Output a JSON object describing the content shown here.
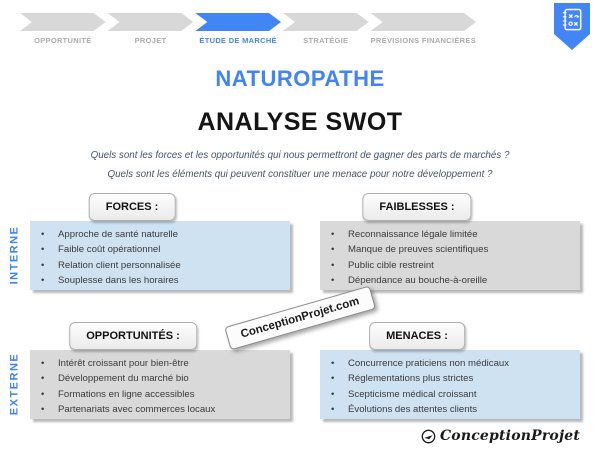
{
  "stepper": {
    "steps": [
      {
        "label": "OPPORTUNITÉ",
        "active": false
      },
      {
        "label": "PROJET",
        "active": false
      },
      {
        "label": "ÉTUDE DE MARCHÉ",
        "active": true
      },
      {
        "label": "STRATÉGIE",
        "active": false
      },
      {
        "label": "PRÉVISIONS FINANCIÈRES",
        "active": false
      }
    ],
    "badge_icon": "strategy-notebook-icon"
  },
  "header": {
    "title": "NATUROPATHE",
    "subtitle": "ANALYSE SWOT",
    "questions": [
      "Quels sont les forces et les opportunités qui nous permettront de gagner des parts de marchés ?",
      "Quels sont les éléments qui peuvent constituer une menace pour notre développement ?"
    ]
  },
  "swot": {
    "row_labels": {
      "internal": "INTERNE",
      "external": "EXTERNE"
    },
    "quadrants": [
      {
        "key": "forces",
        "title": "FORCES :",
        "panel_color": "light-blue",
        "items": [
          "Approche de santé naturelle",
          "Faible coût opérationnel",
          "Relation client personnalisée",
          "Souplesse dans les horaires"
        ]
      },
      {
        "key": "faiblesses",
        "title": "FAIBLESSES :",
        "panel_color": "gray",
        "items": [
          "Reconnaissance légale limitée",
          "Manque de preuves scientifiques",
          "Public cible restreint",
          "Dépendance au bouche-à-oreille"
        ]
      },
      {
        "key": "opportunites",
        "title": "OPPORTUNITÉS :",
        "panel_color": "gray",
        "items": [
          "Intérêt croissant pour bien-être",
          "Développement du marché bio",
          "Formations en ligne accessibles",
          "Partenariats avec commerces locaux"
        ]
      },
      {
        "key": "menaces",
        "title": "MENACES :",
        "panel_color": "light-blue",
        "items": [
          "Concurrence praticiens non médicaux",
          "Réglementations plus strictes",
          "Scepticisme médical croissant",
          "Évolutions des attentes clients"
        ]
      }
    ]
  },
  "watermark": {
    "text": "ConceptionProjet.com"
  },
  "footer": {
    "brand": "ConceptionProjet"
  },
  "colors": {
    "accent_blue": "#4285F4",
    "light_blue_panel": "#CFE2F2",
    "gray_panel": "#D9D9D9",
    "inactive_chevron": "#D8D8D8",
    "chevron_label_gray": "#ABABAB",
    "question_text": "#44546A"
  }
}
